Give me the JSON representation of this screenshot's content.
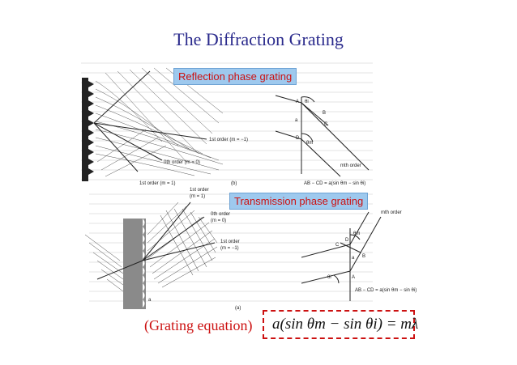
{
  "slide": {
    "title": "The Diffraction Grating"
  },
  "labels": {
    "reflection": "Reflection phase grating",
    "transmission": "Transmission phase grating"
  },
  "reflection_panel": {
    "order_first_neg": "1st order (m = −1)",
    "order_zero": "0th order (m = 0)",
    "order_first_pos": "1st order (m = 1)",
    "tag": "(b)"
  },
  "reflection_geometry": {
    "point_a": "A",
    "point_b": "B",
    "point_c": "C",
    "point_d": "D",
    "spacing": "a",
    "theta_i": "θi",
    "theta_m": "θm",
    "order": "mth order",
    "relation": "AB − CD = a(sin θm − sin θi)"
  },
  "transmission_panel": {
    "order_first": "1st order",
    "order_first_m": "(m = 1)",
    "order_zero": "0th order",
    "order_zero_m": "(m = 0)",
    "order_first_neg": "1st order",
    "order_first_neg_m": "(m = −1)",
    "spacing": "a",
    "tag": "(a)"
  },
  "transmission_geometry": {
    "order": "mth order",
    "point_a": "A",
    "point_b": "B",
    "point_c": "C",
    "point_d": "D",
    "spacing": "a",
    "theta_i": "θi",
    "theta_m": "θm",
    "relation": "AB − CD = a(sin θm − sin θi)"
  },
  "equation": {
    "label": "(Grating equation)",
    "formula": "a(sin θm − sin θi) = mλ"
  },
  "colors": {
    "title": "#2a2a8c",
    "label_bg": "#9ec9ee",
    "label_text": "#cc1111",
    "equation_text": "#cc1111"
  }
}
